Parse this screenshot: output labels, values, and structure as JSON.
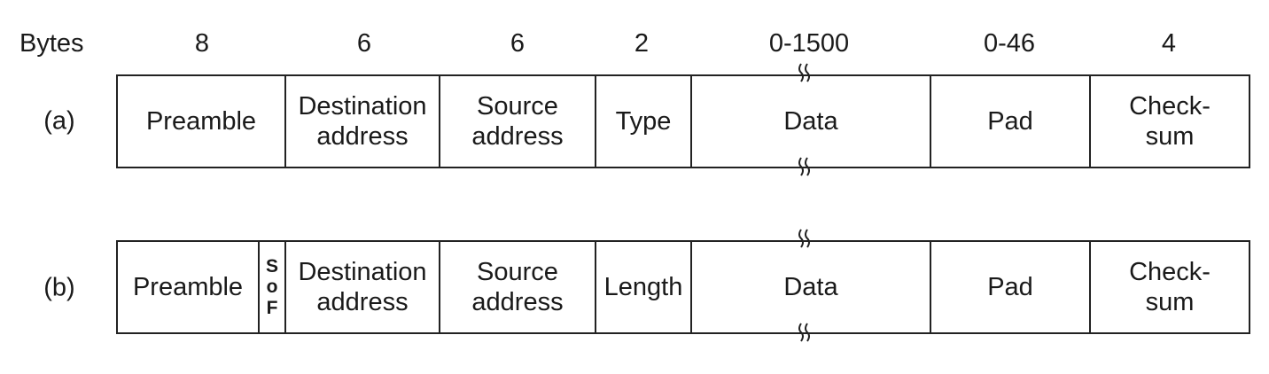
{
  "header": {
    "bytes_label": "Bytes",
    "sizes": [
      "8",
      "6",
      "6",
      "2",
      "0-1500",
      "0-46",
      "4"
    ]
  },
  "frame_a": {
    "label": "(a)",
    "fields": [
      {
        "line1": "Preamble",
        "line2": ""
      },
      {
        "line1": "Destination",
        "line2": "address"
      },
      {
        "line1": "Source",
        "line2": "address"
      },
      {
        "line1": "Type",
        "line2": ""
      },
      {
        "line1": "Data",
        "line2": ""
      },
      {
        "line1": "Pad",
        "line2": ""
      },
      {
        "line1": "Check-",
        "line2": "sum"
      }
    ]
  },
  "frame_b": {
    "label": "(b)",
    "fields": [
      {
        "line1": "Preamble",
        "line2": ""
      },
      {
        "line1": "Destination",
        "line2": "address"
      },
      {
        "line1": "Source",
        "line2": "address"
      },
      {
        "line1": "Length",
        "line2": ""
      },
      {
        "line1": "Data",
        "line2": ""
      },
      {
        "line1": "Pad",
        "line2": ""
      },
      {
        "line1": "Check-",
        "line2": "sum"
      }
    ],
    "sof_letters": [
      "S",
      "o",
      "F"
    ]
  }
}
